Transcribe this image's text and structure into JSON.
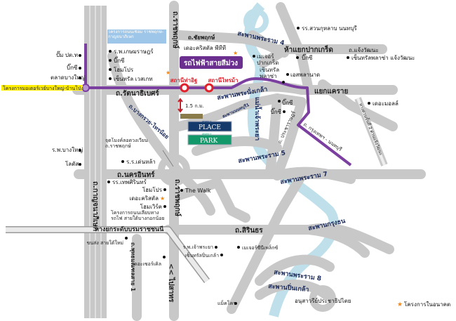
{
  "colors": {
    "road": "#c8c8c8",
    "river": "#bfe0ea",
    "purple_line": "#7b3fa0",
    "station": "#e0202a",
    "star": "#f08a1c",
    "place_blue": "#143a6b",
    "park_green": "#13986a",
    "highlight": "#ffee00"
  },
  "purple_line_label": "รถไฟฟ้าสายสีม่วง",
  "stations": [
    "สถานีท่าอิฐ",
    "สถานีไทรม้า"
  ],
  "motorway_project": "โครงการมอเตอร์เวย์บางใหญ่-บ้านโป่ง",
  "future_link": "โครงการถนนเชื่อม ราชพฤกษ์-กาญจนาภิเษก",
  "distance": "1.5 ก.ม.",
  "project": {
    "place_top": "PERFECT",
    "place": "PLACE",
    "park_top": "PERFECT",
    "park": "PARK"
  },
  "roads": {
    "ratanathibet": "ถ.รัตนาธิเบศร์",
    "chaiyaphruek": "ถ.ชัยพฤกษ์",
    "ratchaphruek": "ถ.ราชพฤกษ์",
    "ratchaphruek2": "ถ.ราชพฤกษ์",
    "nakhonin": "ถ.นครอินทร์",
    "kanchanaphisek": "ถ.กาญจนาภิเษก",
    "bangkruai": "ถ.บางกรวย-ไทรน้อย",
    "borommaratchachonnani": "ทางยกระดับบรมราชชนนี",
    "sirindhorn": "ถ.สิรินธร",
    "phutthamonthon": "ถ.พุทธมณฑลสาย 1",
    "to_sathorn": "<< ไปสาทร",
    "chaengwattana": "ถ.แจ้งวัฒนะ",
    "prachárat": "ถ. ประชาราษฎร์",
    "krungthep_nonthaburi": "ถ. กรุงเทพฯ - นนทบุรี",
    "tollway": "ทางด่วนขั้นที่ 2 ด่วนแจ้งวัฒนะ",
    "pakkret": "ห้าแยกปากเกร็ด",
    "khae_rai": "แยกแคราย"
  },
  "bridges": {
    "rama4": "สะพานพระราม 4",
    "nangklao": "สะพานพระนั่งเกล้า",
    "nonthaburi1": "สะพานนนทบุรี1",
    "rama5": "สะพานพระราม 5",
    "rama7": "สะพานพระราม 7",
    "krungthon": "สะพานกรุงธน",
    "rama8": "สะพานพระราม 8",
    "pinklao": "สะพานปิ่นเกล้า"
  },
  "river": "แม่น้ำเจ้าพระยา",
  "interchange": "จุดโมงค์ลอดวงเวียน ถ.ราชพฤกษ์",
  "monument": "อนุสาวรีย์ประชาธิปไตย",
  "pois": {
    "pump": "ปั๊ม ปต.ท",
    "bigc1": "บิ๊กซี",
    "bangyai_market": "ตลาดบางใหญ่",
    "kasemrad": "ร.พ.เกษมราษฎร์",
    "bigc2": "บิ๊กซี",
    "homepro1": "โฮมโปร",
    "central_westgate": "เซ็นทรัล เวสเกท",
    "the_crystal_ptt": "เดอะคริสตัล พีทีที",
    "satri": "รร.สวนกุหลาบ นนทบุรี",
    "mayor_pakkret": "เมเจอร์ ปากเกร็ด",
    "bigc3": "บิ๊กซี",
    "central_chaeng": "เซ็นทรัลพลาซ่า แจ้งวัฒนะ",
    "central_plaza": "เซ็นทรัล พลาซ่า",
    "esplanade": "เอสพลานาด",
    "bigc4": "บิ๊กซี",
    "bigc5": "บิ๊กซี",
    "the_mall": "เดอะมอลล์",
    "bangyai_hosp": "ร.พ.บางใหญ่",
    "lotus": "โลตัส",
    "rr_school": "ร.ร.เด่นหล้า",
    "homepro2": "โฮมโปร",
    "the_crystal_sb": "เดอะคริสตัล",
    "the_walk": "The Walk",
    "homeworks": "โฮมเวิร์ค",
    "thepsirin": "รร.เทพศิรินทร์",
    "southern_bus": "ขนส่ง สายใต้ใหม่",
    "the_circle": "เดอะเซอร์เคิล",
    "chaophraya_hosp": "ร.พ.เจ้าพระยา",
    "central_pinklao": "เซ็นทรัลปิ่นเกล้า",
    "major_cineplex": "เมเจอร์ซีนีเพล็กซ์",
    "makro": "แม็คโคร"
  },
  "rail_project": "โครงการถนนเลียบทางรถไฟ สายใต้บางกอกน้อย",
  "legend": {
    "future_project": "โครงการในอนาคต"
  }
}
